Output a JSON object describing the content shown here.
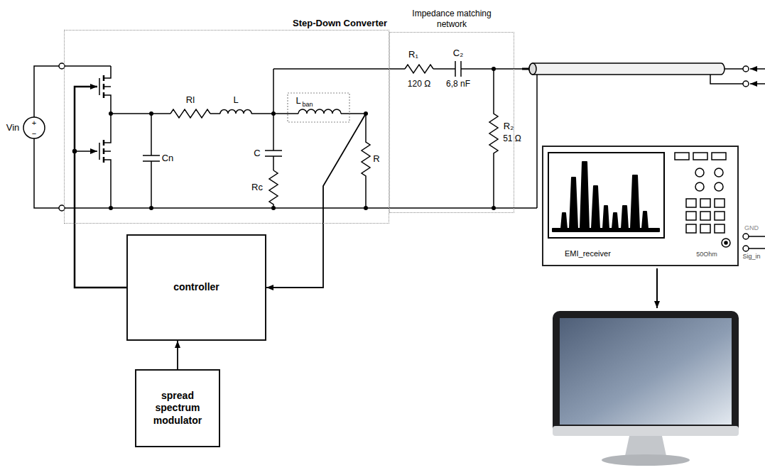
{
  "diagram": {
    "nodes": [
      {
        "text": [
          "Step-Down Converter"
        ]
      },
      {
        "text": [
          "Impedance matching network"
        ]
      },
      {
        "text": [
          "controller"
        ]
      },
      {
        "text": [
          "spread spectrum modulator"
        ]
      },
      {
        "text": [
          "EMI_receiver"
        ]
      }
    ],
    "edges": [
      {
        "from": 3,
        "to": 2,
        "arrow": "to"
      },
      {
        "from": 2,
        "to": 0,
        "arrow": "to"
      },
      {
        "from": 0,
        "to": 2,
        "arrow": "to"
      }
    ],
    "labels": [
      "Vin",
      "+",
      "−",
      "Rl",
      "L",
      "Cn",
      "C",
      "Rc",
      "L",
      "ban",
      "R",
      "R₁",
      "120 Ω",
      "C₂",
      "6,8 nF",
      "R₂",
      "51 Ω",
      "GND",
      "50Ohm",
      "Sig_in"
    ]
  }
}
